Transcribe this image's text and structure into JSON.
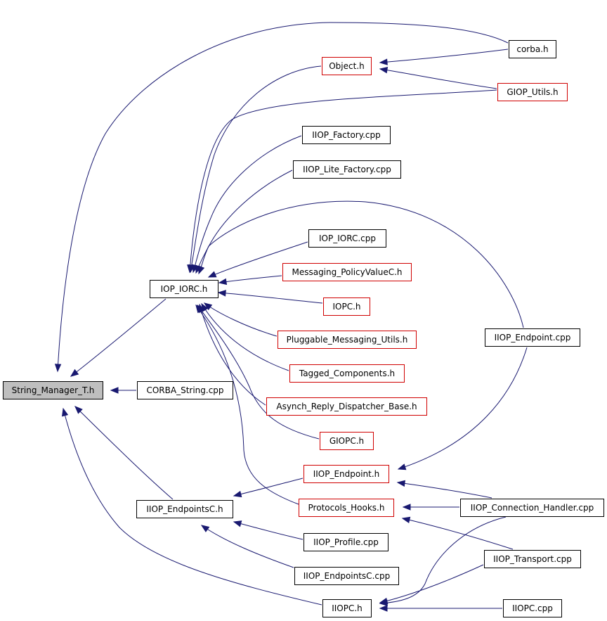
{
  "colors": {
    "edge": "#191970",
    "node_border": "#000000",
    "incomplete_border": "#d00000",
    "focus_fill": "#bfbfbf"
  },
  "nodes": {
    "string_manager_t_h": "String_Manager_T.h",
    "corba_string_cpp": "CORBA_String.cpp",
    "iop_iorc_h": "IOP_IORC.h",
    "iiop_endpointsc_h": "IIOP_EndpointsC.h",
    "iiopc_h": "IIOPC.h",
    "corba_h": "corba.h",
    "object_h": "Object.h",
    "giop_utils_h": "GIOP_Utils.h",
    "iiop_factory_cpp": "IIOP_Factory.cpp",
    "iiop_lite_factory_cpp": "IIOP_Lite_Factory.cpp",
    "iop_iorc_cpp": "IOP_IORC.cpp",
    "messaging_policyvaluec_h": "Messaging_PolicyValueC.h",
    "iopc_h": "IOPC.h",
    "pluggable_messaging_utils_h": "Pluggable_Messaging_Utils.h",
    "tagged_components_h": "Tagged_Components.h",
    "asynch_reply_dispatcher_base_h": "Asynch_Reply_Dispatcher_Base.h",
    "giopc_h": "GIOPC.h",
    "iiop_endpoint_h": "IIOP_Endpoint.h",
    "protocols_hooks_h": "Protocols_Hooks.h",
    "iiop_profile_cpp": "IIOP_Profile.cpp",
    "iiop_endpointsc_cpp": "IIOP_EndpointsC.cpp",
    "iiop_endpoint_cpp": "IIOP_Endpoint.cpp",
    "iiop_connection_handler_cpp": "IIOP_Connection_Handler.cpp",
    "iiop_transport_cpp": "IIOP_Transport.cpp",
    "iiopc_cpp": "IIOPC.cpp"
  },
  "edges": [
    [
      "corba_string_cpp",
      "string_manager_t_h"
    ],
    [
      "iop_iorc_h",
      "string_manager_t_h"
    ],
    [
      "iiop_endpointsc_h",
      "string_manager_t_h"
    ],
    [
      "iiopc_h",
      "string_manager_t_h"
    ],
    [
      "corba_h",
      "string_manager_t_h"
    ],
    [
      "corba_h",
      "object_h"
    ],
    [
      "giop_utils_h",
      "object_h"
    ],
    [
      "object_h",
      "iop_iorc_h"
    ],
    [
      "giop_utils_h",
      "iop_iorc_h"
    ],
    [
      "iiop_factory_cpp",
      "iop_iorc_h"
    ],
    [
      "iiop_lite_factory_cpp",
      "iop_iorc_h"
    ],
    [
      "iiop_endpoint_cpp",
      "iop_iorc_h"
    ],
    [
      "iop_iorc_cpp",
      "iop_iorc_h"
    ],
    [
      "messaging_policyvaluec_h",
      "iop_iorc_h"
    ],
    [
      "iopc_h",
      "iop_iorc_h"
    ],
    [
      "pluggable_messaging_utils_h",
      "iop_iorc_h"
    ],
    [
      "tagged_components_h",
      "iop_iorc_h"
    ],
    [
      "asynch_reply_dispatcher_base_h",
      "iop_iorc_h"
    ],
    [
      "giopc_h",
      "iop_iorc_h"
    ],
    [
      "protocols_hooks_h",
      "iop_iorc_h"
    ],
    [
      "iiop_endpoint_h",
      "iiop_endpointsc_h"
    ],
    [
      "iiop_profile_cpp",
      "iiop_endpointsc_h"
    ],
    [
      "iiop_endpointsc_cpp",
      "iiop_endpointsc_h"
    ],
    [
      "iiop_endpoint_cpp",
      "iiop_endpoint_h"
    ],
    [
      "iiop_connection_handler_cpp",
      "iiop_endpoint_h"
    ],
    [
      "iiop_connection_handler_cpp",
      "protocols_hooks_h"
    ],
    [
      "iiop_transport_cpp",
      "protocols_hooks_h"
    ],
    [
      "iiop_connection_handler_cpp",
      "iiopc_h"
    ],
    [
      "iiop_transport_cpp",
      "iiopc_h"
    ],
    [
      "iiopc_cpp",
      "iiopc_h"
    ]
  ]
}
